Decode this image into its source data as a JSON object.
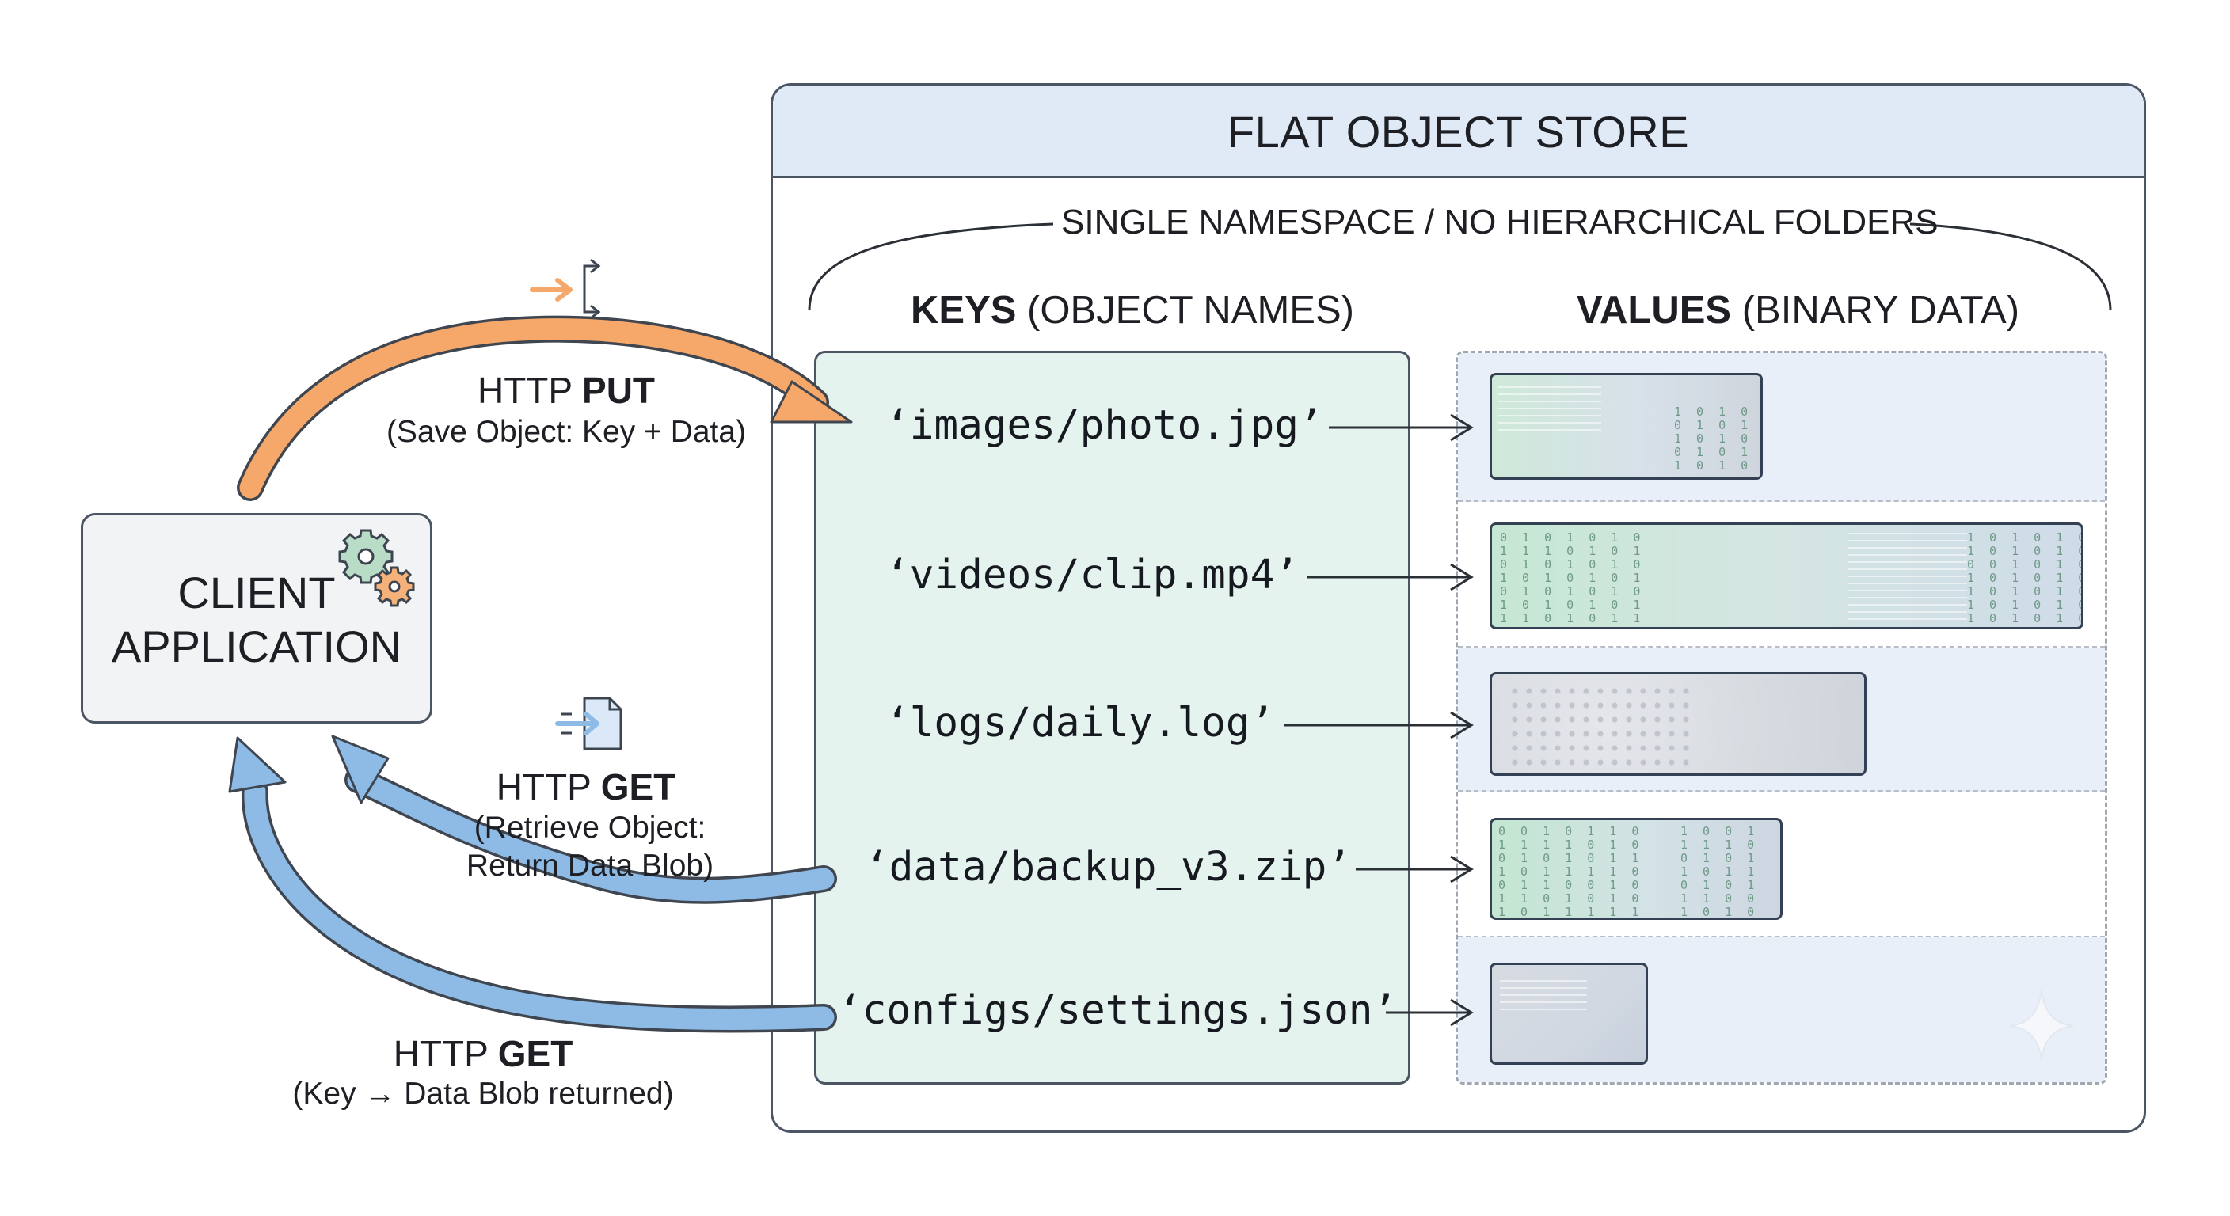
{
  "client": {
    "line1": "CLIENT",
    "line2": "APPLICATION"
  },
  "store": {
    "title": "FLAT OBJECT STORE",
    "namespace_note": "SINGLE NAMESPACE / NO HIERARCHICAL FOLDERS",
    "keys_title_bold": "KEYS",
    "keys_title_rest": " (OBJECT NAMES)",
    "values_title_bold": "VALUES",
    "values_title_rest": " (BINARY DATA)",
    "keys": [
      "‘images/photo.jpg’",
      "‘videos/clip.mp4’",
      "‘logs/daily.log’",
      "‘data/backup_v3.zip’",
      "‘configs/settings.json’"
    ]
  },
  "operations": {
    "put": {
      "method": "HTTP ",
      "verb": "PUT",
      "detail": "(Save Object: Key + Data)"
    },
    "get_retrieve": {
      "method": "HTTP ",
      "verb": "GET",
      "detail1": "(Retrieve Object:",
      "detail2": "Return Data Blob)"
    },
    "get_key": {
      "method": "HTTP ",
      "verb": "GET",
      "detail": "(Key → Data Blob returned)"
    }
  },
  "colors": {
    "put_arrow": "#f5a86a",
    "get_arrow": "#8dbbe6",
    "keys_panel": "#e5f3ef",
    "header": "#dfeaf6",
    "outline": "#4b5563"
  },
  "icons": [
    "gears-icon",
    "upload-arrow-icon",
    "download-file-icon",
    "sparkle-icon"
  ]
}
